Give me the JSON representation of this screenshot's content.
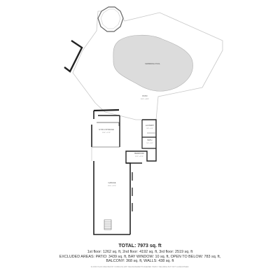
{
  "rooms": {
    "swimming_pool": {
      "label": "SWIMMING POOL"
    },
    "patio": {
      "label": "PATIO",
      "dims": "50'0\" x 48'0\""
    },
    "laundry": {
      "label": "LAUNDRY",
      "dims": "5'8\" x 5'4\""
    },
    "bath": {
      "label": "BATH",
      "dims": "5'4\" x 5'0\""
    },
    "bedroom": {
      "label": "BEDROOM",
      "dims": "10'1\" x 12'0\""
    },
    "gym": {
      "label": "GYM & STORAGE",
      "dims": "18'0\" x 12'6\""
    },
    "garage": {
      "label": "GARAGE",
      "dims": "28'0\" x 22'0\""
    }
  },
  "summary": {
    "total": "TOTAL: 7973 sq. ft",
    "floors": "1st floor: 1262 sq. ft, 2nd floor: 4192 sq. ft, 3rd floor: 2519 sq. ft",
    "excluded": "EXCLUDED AREAS: PATIO: 3439 sq. ft, BAY WINDOW: 10 sq. ft, OPEN TO BELOW: 783 sq. ft,",
    "balcony": "BALCONY: 368 sq. ft, WALLS: 438 sq. ft",
    "footnote": "FLOOR PLAN CREATED BY CUBICASA APP. MEASUREMENTS DEEMED HIGHLY RELIABLE BUT NOT GUARANTEED."
  }
}
